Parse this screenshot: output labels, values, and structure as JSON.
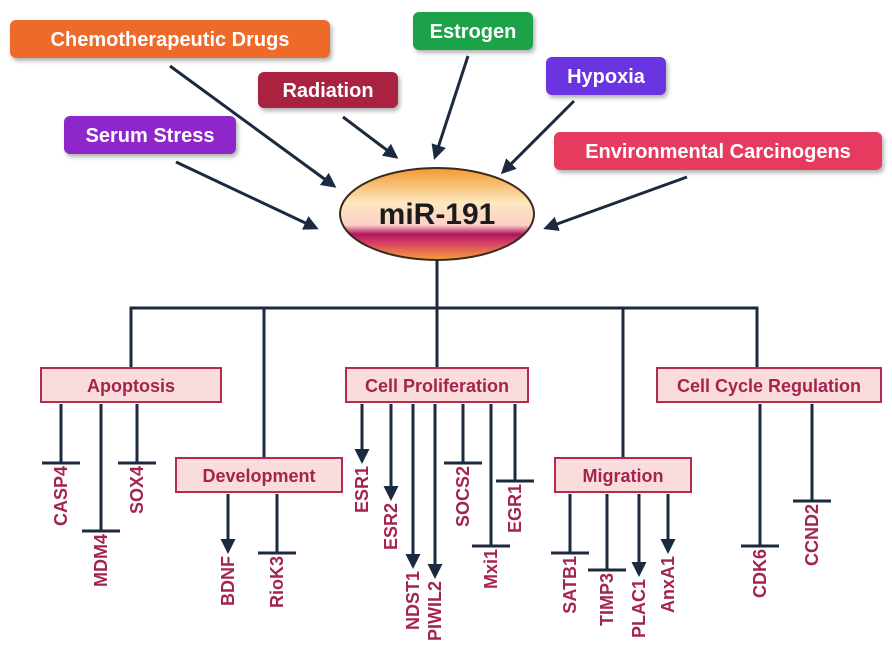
{
  "center": {
    "label": "miR-191"
  },
  "colors": {
    "line": "#1b2a3f",
    "gene_text": "#a3244e",
    "process_fill": "#fadcdc",
    "process_stroke": "#b52a4f",
    "process_text": "#a3244e"
  },
  "stressors": [
    {
      "id": "chemotherapeutic-drugs",
      "label": "Chemotherapeutic Drugs",
      "color": "#ee6a2c"
    },
    {
      "id": "radiation",
      "label": "Radiation",
      "color": "#a9233f"
    },
    {
      "id": "estrogen",
      "label": "Estrogen",
      "color": "#1aa34a"
    },
    {
      "id": "hypoxia",
      "label": "Hypoxia",
      "color": "#6a35e0"
    },
    {
      "id": "serum-stress",
      "label": "Serum Stress",
      "color": "#8e27cc"
    },
    {
      "id": "environmental-carcinogens",
      "label": "Environmental Carcinogens",
      "color": "#e43a5e"
    }
  ],
  "processes": [
    {
      "id": "apoptosis",
      "label": "Apoptosis",
      "targets": [
        {
          "label": "CASP4",
          "effect": "inhibit"
        },
        {
          "label": "MDM4",
          "effect": "inhibit"
        },
        {
          "label": "SOX4",
          "effect": "inhibit"
        }
      ]
    },
    {
      "id": "development",
      "label": "Development",
      "targets": [
        {
          "label": "BDNF",
          "effect": "activate"
        },
        {
          "label": "RioK3",
          "effect": "inhibit"
        }
      ]
    },
    {
      "id": "cell-proliferation",
      "label": "Cell Proliferation",
      "targets": [
        {
          "label": "ESR1",
          "effect": "activate"
        },
        {
          "label": "ESR2",
          "effect": "activate"
        },
        {
          "label": "NDST1",
          "effect": "activate"
        },
        {
          "label": "PIWIL2",
          "effect": "activate"
        },
        {
          "label": "SOCS2",
          "effect": "inhibit"
        },
        {
          "label": "Mxi1",
          "effect": "inhibit"
        },
        {
          "label": "EGR1",
          "effect": "inhibit"
        }
      ]
    },
    {
      "id": "migration",
      "label": "Migration",
      "targets": [
        {
          "label": "SATB1",
          "effect": "inhibit"
        },
        {
          "label": "TIMP3",
          "effect": "inhibit"
        },
        {
          "label": "PLAC1",
          "effect": "activate"
        },
        {
          "label": "AnxA1",
          "effect": "activate"
        }
      ]
    },
    {
      "id": "cell-cycle-regulation",
      "label": "Cell Cycle Regulation",
      "targets": [
        {
          "label": "CDK6",
          "effect": "inhibit"
        },
        {
          "label": "CCND2",
          "effect": "inhibit"
        }
      ]
    }
  ]
}
